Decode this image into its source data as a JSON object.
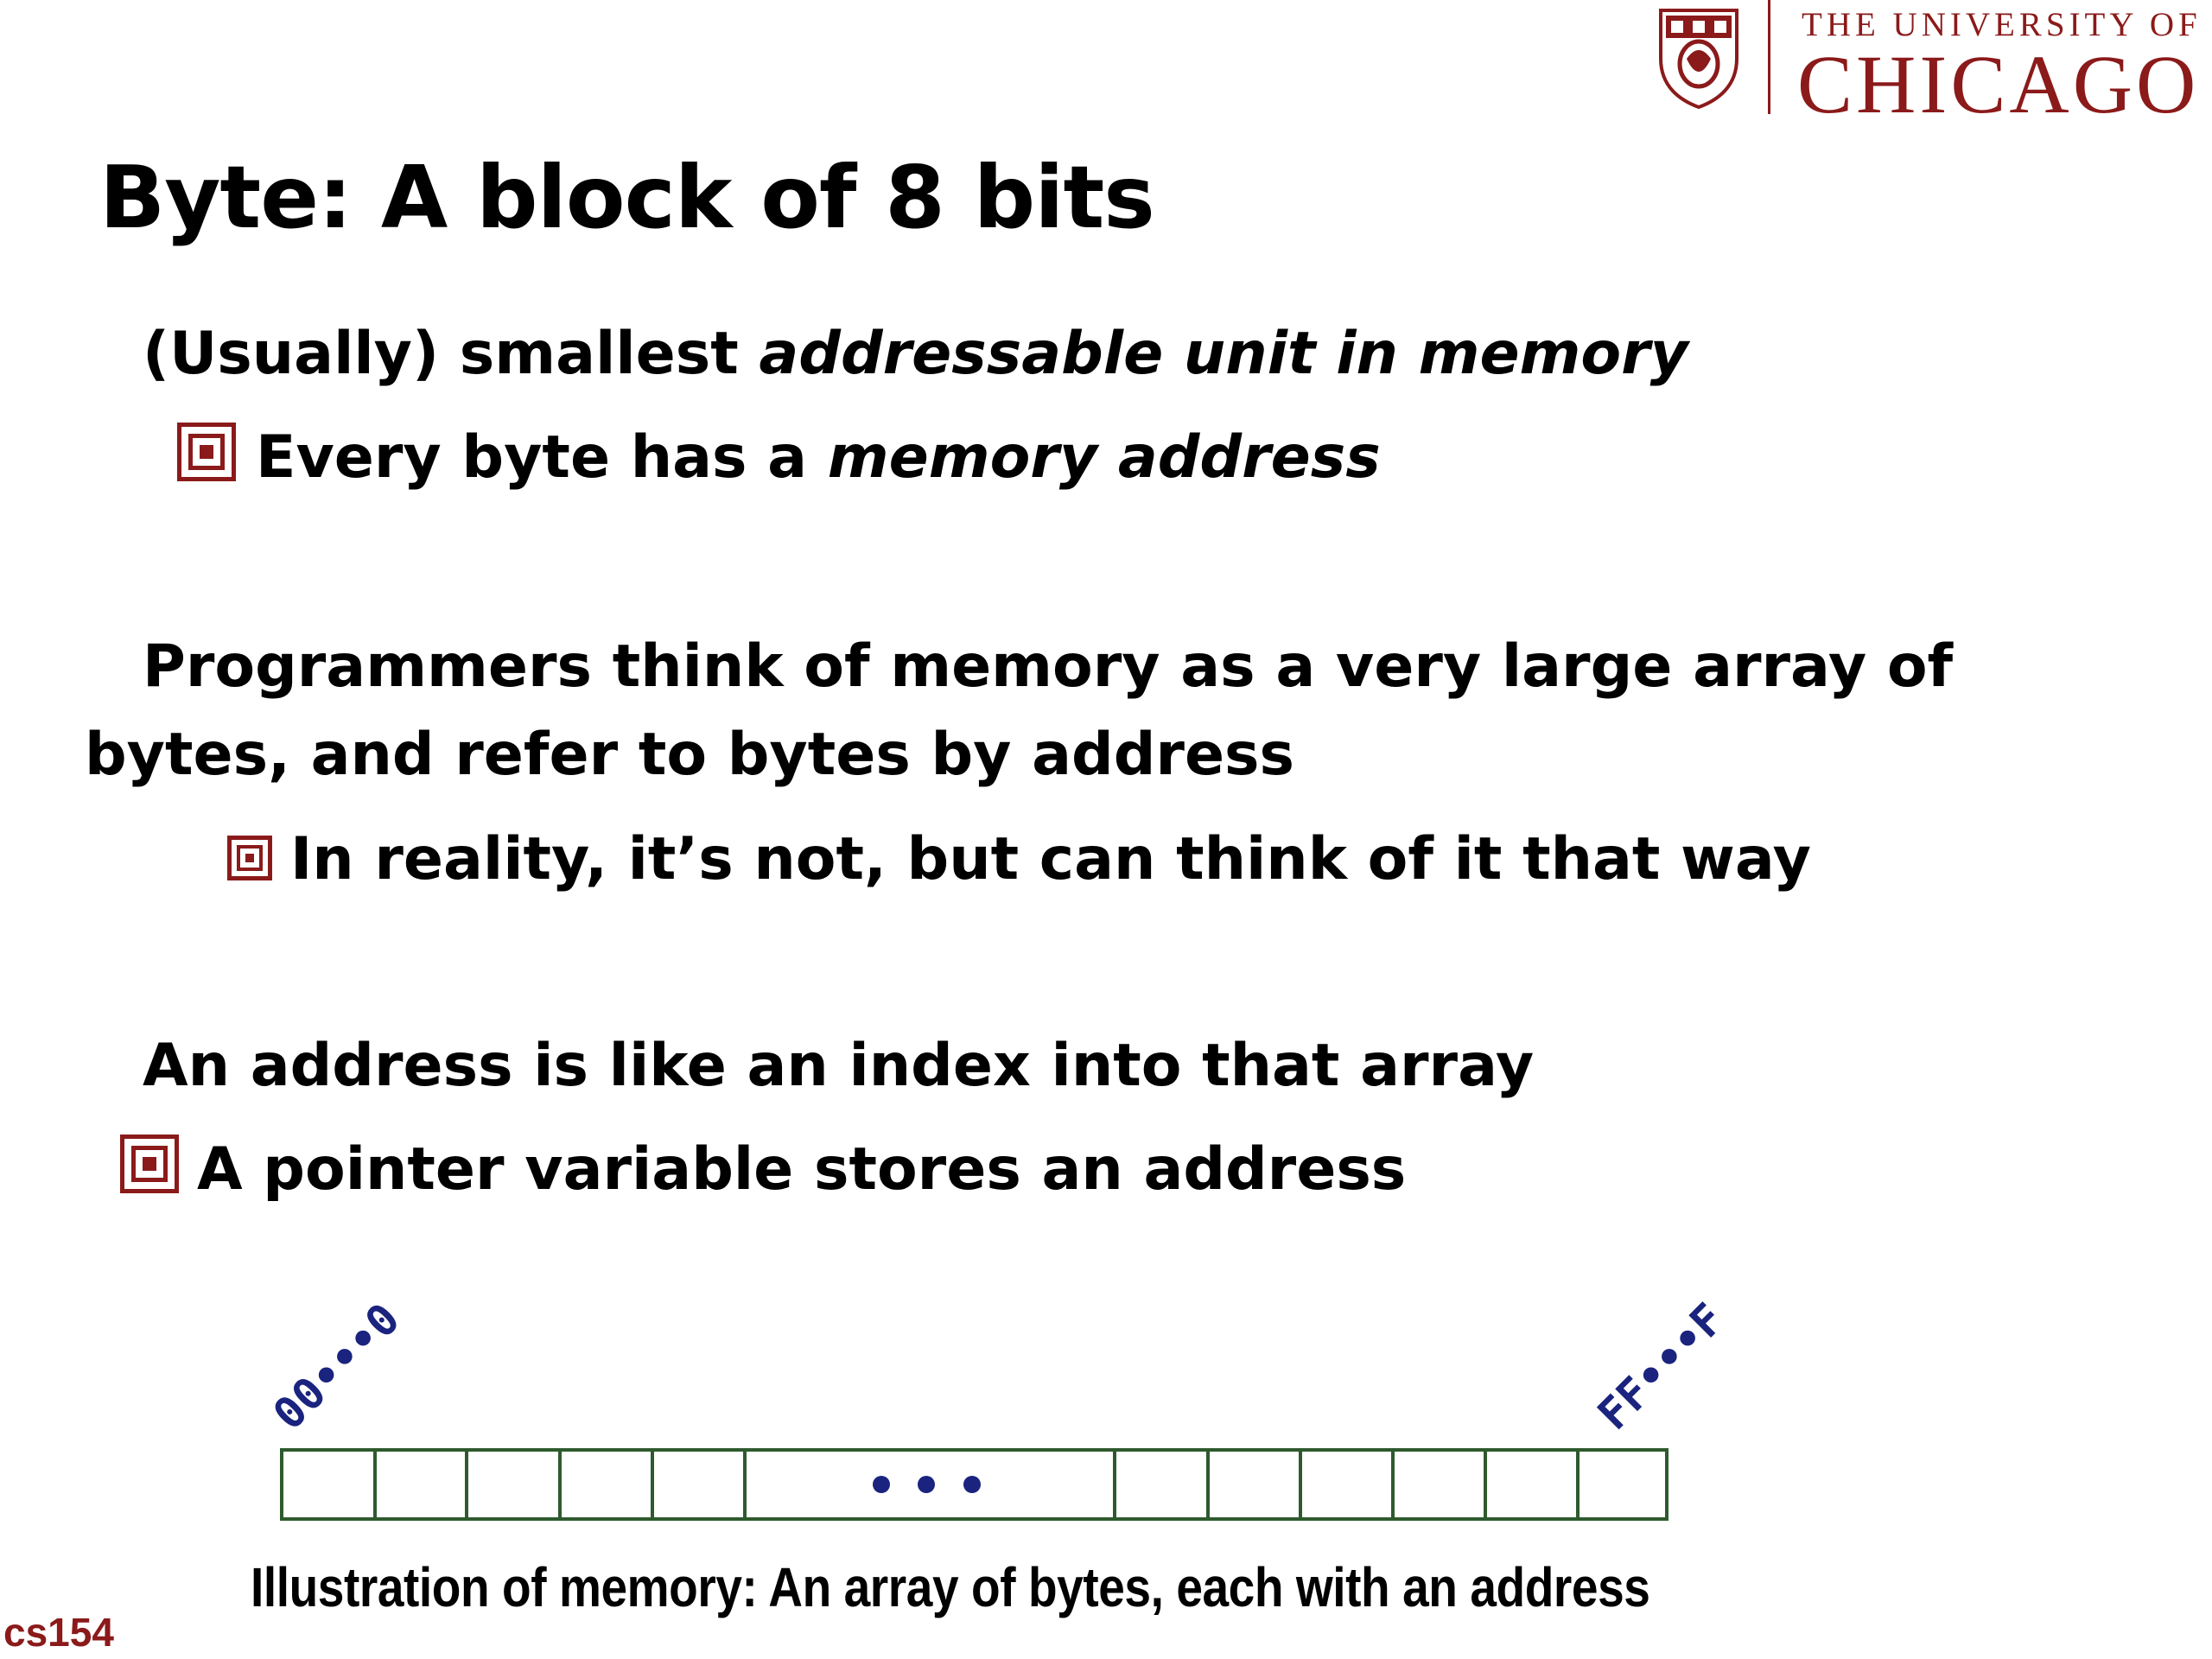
{
  "logo": {
    "line1": "THE UNIVERSITY OF",
    "line2": "CHICAGO",
    "seal": "university-seal"
  },
  "title": "Byte: A block of 8 bits",
  "points": [
    {
      "prefix": "(Usually) smallest ",
      "emph": "addressable unit in memory"
    },
    {
      "prefix": "Every byte has a ",
      "emph": "memory address"
    },
    {
      "line1": "Programmers think of memory as a very large array of",
      "line2": "bytes, and refer to bytes by address"
    },
    {
      "text": "In reality, it’s not, but can think of it that way"
    },
    {
      "text": "An address is like an index into that array"
    },
    {
      "text": "A pointer variable stores an address"
    }
  ],
  "diagram": {
    "start_address": "00•••0",
    "end_address": "FF•••F",
    "ellipsis": "• • •",
    "caption": "Illustration of memory: An array of bytes, each with an address"
  },
  "footer": "cs154",
  "colors": {
    "maroon": "#8b1a1a",
    "navy": "#1a237e",
    "cell_border": "#2e5a2e"
  }
}
